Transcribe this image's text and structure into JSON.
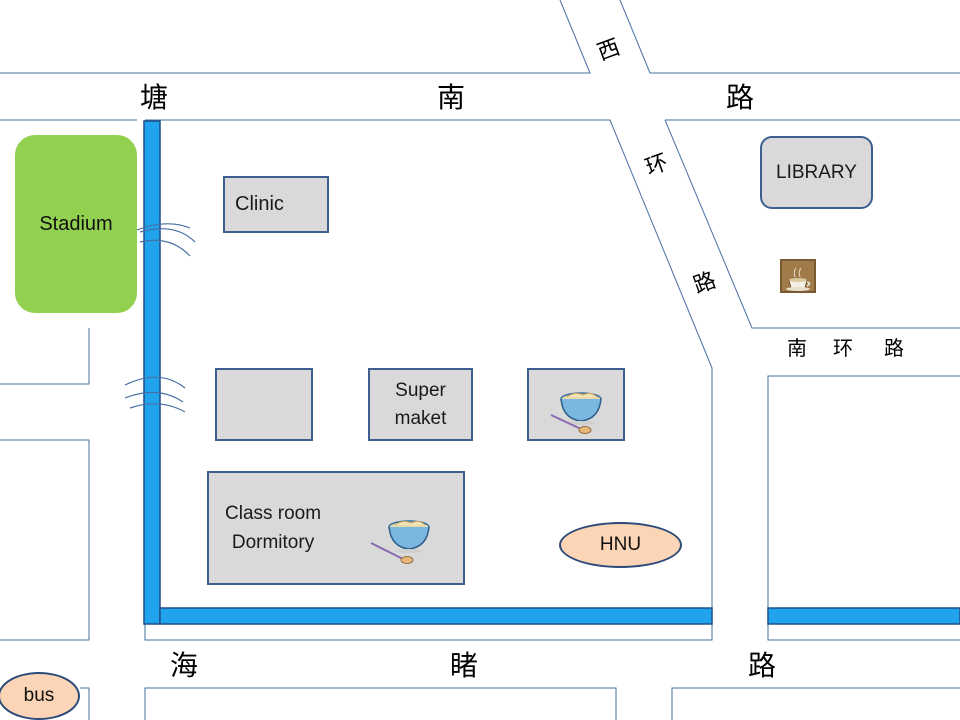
{
  "roads": {
    "top": {
      "chars": [
        "塘",
        "南",
        "路"
      ]
    },
    "diagonal": {
      "chars": [
        "西",
        "环",
        "路"
      ]
    },
    "right": {
      "chars": [
        "南",
        "环",
        "路"
      ]
    },
    "bottom": {
      "chars": [
        "海",
        "睹",
        "路"
      ]
    }
  },
  "places": {
    "stadium": "Stadium",
    "clinic": "Clinic",
    "library": "LIBRARY",
    "supermarket_line1": "Super",
    "supermarket_line2": "maket",
    "classroom_line1": "Class room",
    "classroom_line2": "Dormitory",
    "hnu": "HNU",
    "bus": "bus"
  },
  "icons": [
    "food-bowl-icon",
    "food-bowl-icon",
    "coffee-cup-icon",
    "wifi-signal-icon"
  ],
  "colors": {
    "wall": "#1fa3ec",
    "stadium": "#92d050",
    "building": "#d9d9d9",
    "building_border": "#3d5f8f",
    "oval": "#fbd5b5",
    "road_line": "#4a6fa5"
  }
}
